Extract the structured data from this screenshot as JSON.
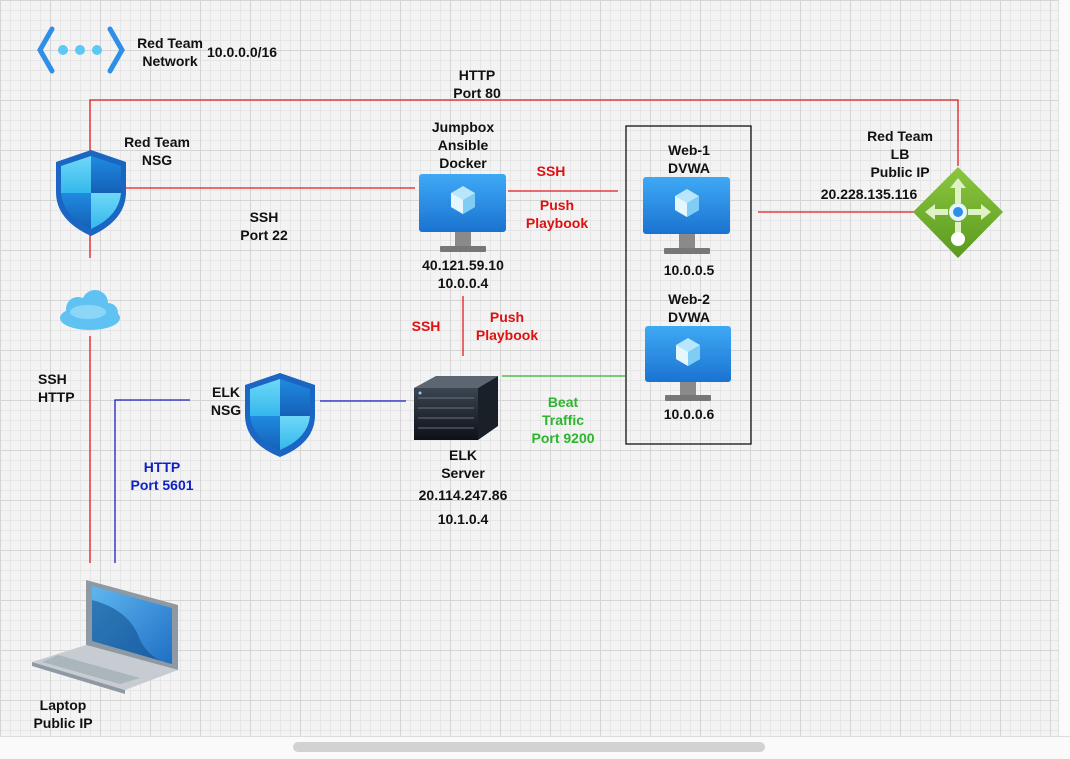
{
  "network": {
    "title": "Red Team\nNetwork",
    "cidr": "10.0.0.0/16"
  },
  "edges": {
    "http80": "HTTP\nPort 80",
    "ssh22": "SSH\nPort 22",
    "ssh_top": "SSH",
    "push_top": "Push\nPlaybook",
    "ssh_mid": "SSH",
    "push_mid": "Push\nPlaybook",
    "beat": "Beat\nTraffic\nPort 9200",
    "ssh_http": "SSH\nHTTP",
    "http5601": "HTTP\nPort 5601"
  },
  "nodes": {
    "red_nsg": "Red Team\nNSG",
    "jumpbox_name": "Jumpbox\nAnsible\nDocker",
    "jumpbox_ips": "40.121.59.10\n10.0.0.4",
    "web1_name": "Web-1\nDVWA",
    "web1_ip": "10.0.0.5",
    "web2_name": "Web-2\nDVWA",
    "web2_ip": "10.0.0.6",
    "lb_name": "Red Team\nLB\nPublic IP",
    "lb_ip": "20.228.135.116",
    "elk_nsg": "ELK\nNSG",
    "elk_name": "ELK\nServer",
    "elk_ip_public": "20.114.247.86",
    "elk_ip_private": "10.1.0.4",
    "laptop": "Laptop\nPublic IP"
  },
  "colors": {
    "red_line": "#e31c1c",
    "blue_line": "#1b22c4",
    "green_line": "#2fb52f",
    "azure_blue": "#1c8fe0"
  }
}
